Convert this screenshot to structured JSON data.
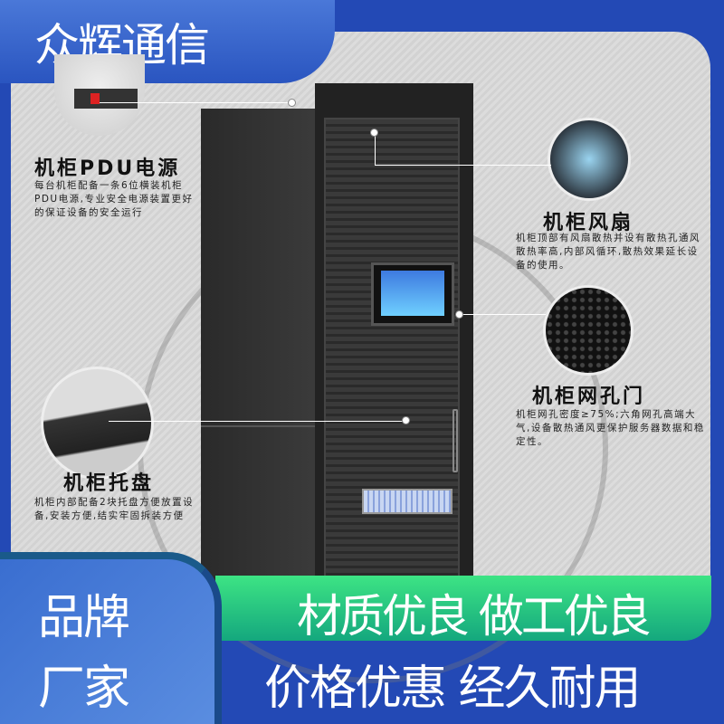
{
  "header": {
    "title": "众辉通信"
  },
  "features": [
    {
      "title": "机柜PDU电源",
      "desc": "每台机柜配备一条6位横装机柜PDU电源,专业安全电源装置更好的保证设备的安全运行",
      "icon": "pdu-icon"
    },
    {
      "title": "机柜风扇",
      "desc": "机柜顶部有风扇散热并设有散热孔通风散热率高,内部风循环,散热效果延长设备的使用。",
      "icon": "fan-icon"
    },
    {
      "title": "机柜网孔门",
      "desc": "机柜网孔密度≥75%;六角网孔高端大气,设备散热通风更保护服务器数据和稳定性。",
      "icon": "mesh-icon"
    },
    {
      "title": "机柜托盘",
      "desc": "机柜内部配备2块托盘方便放置设备,安装方便,结实牢固拆装方便",
      "icon": "tray-icon"
    }
  ],
  "brand": {
    "line1": "品牌",
    "line2": "厂家"
  },
  "slogans": {
    "line1": "材质优良 做工优良",
    "line2": "价格优惠 经久耐用"
  },
  "colors": {
    "frame": "#2349b5",
    "green": "#2fd083"
  }
}
